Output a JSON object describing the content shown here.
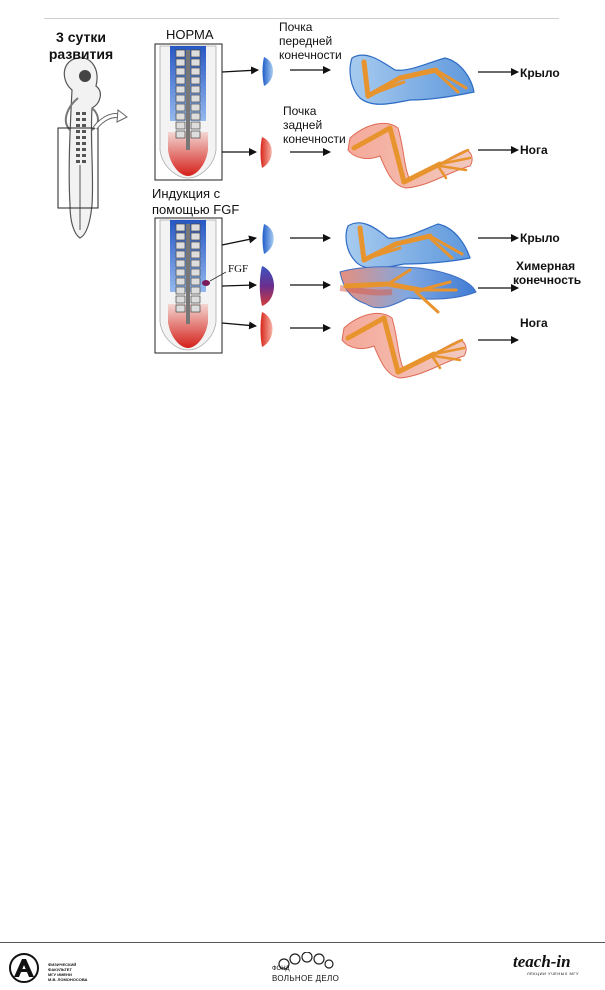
{
  "title_days": [
    "3 сутки",
    "развития"
  ],
  "norm_label": "НОРМА",
  "induction_label": [
    "Индукция с",
    "помощью FGF"
  ],
  "fgf_label": "FGF",
  "forelimb_bud_label": [
    "Почка",
    "передней",
    "конечности"
  ],
  "hindlimb_bud_label": [
    "Почка",
    "задней",
    "конечности"
  ],
  "results": {
    "wing": "Крыло",
    "leg": "Нога",
    "chimeric": [
      "Химерная",
      "конечность"
    ]
  },
  "footer": {
    "left_logo_text": [
      "ФИЗИЧЕСКИЙ",
      "ФАКУЛЬТЕТ",
      "МГУ ИМЕНИ",
      "М.В. ЛОМОНОСОВА"
    ],
    "center_logo_text": [
      "ФОНД",
      "ВОЛЬНОЕ ДЕЛО"
    ],
    "right_logo_text": [
      "teach-in",
      "ЛЕКЦИИ УЧЕНЫХ МГУ"
    ]
  },
  "colors": {
    "forelimb_blue": "#2f6fd0",
    "hindlimb_red": "#e03a2a",
    "bone_orange": "#e8942e",
    "chimeric_purple": "#7a3a8a"
  }
}
